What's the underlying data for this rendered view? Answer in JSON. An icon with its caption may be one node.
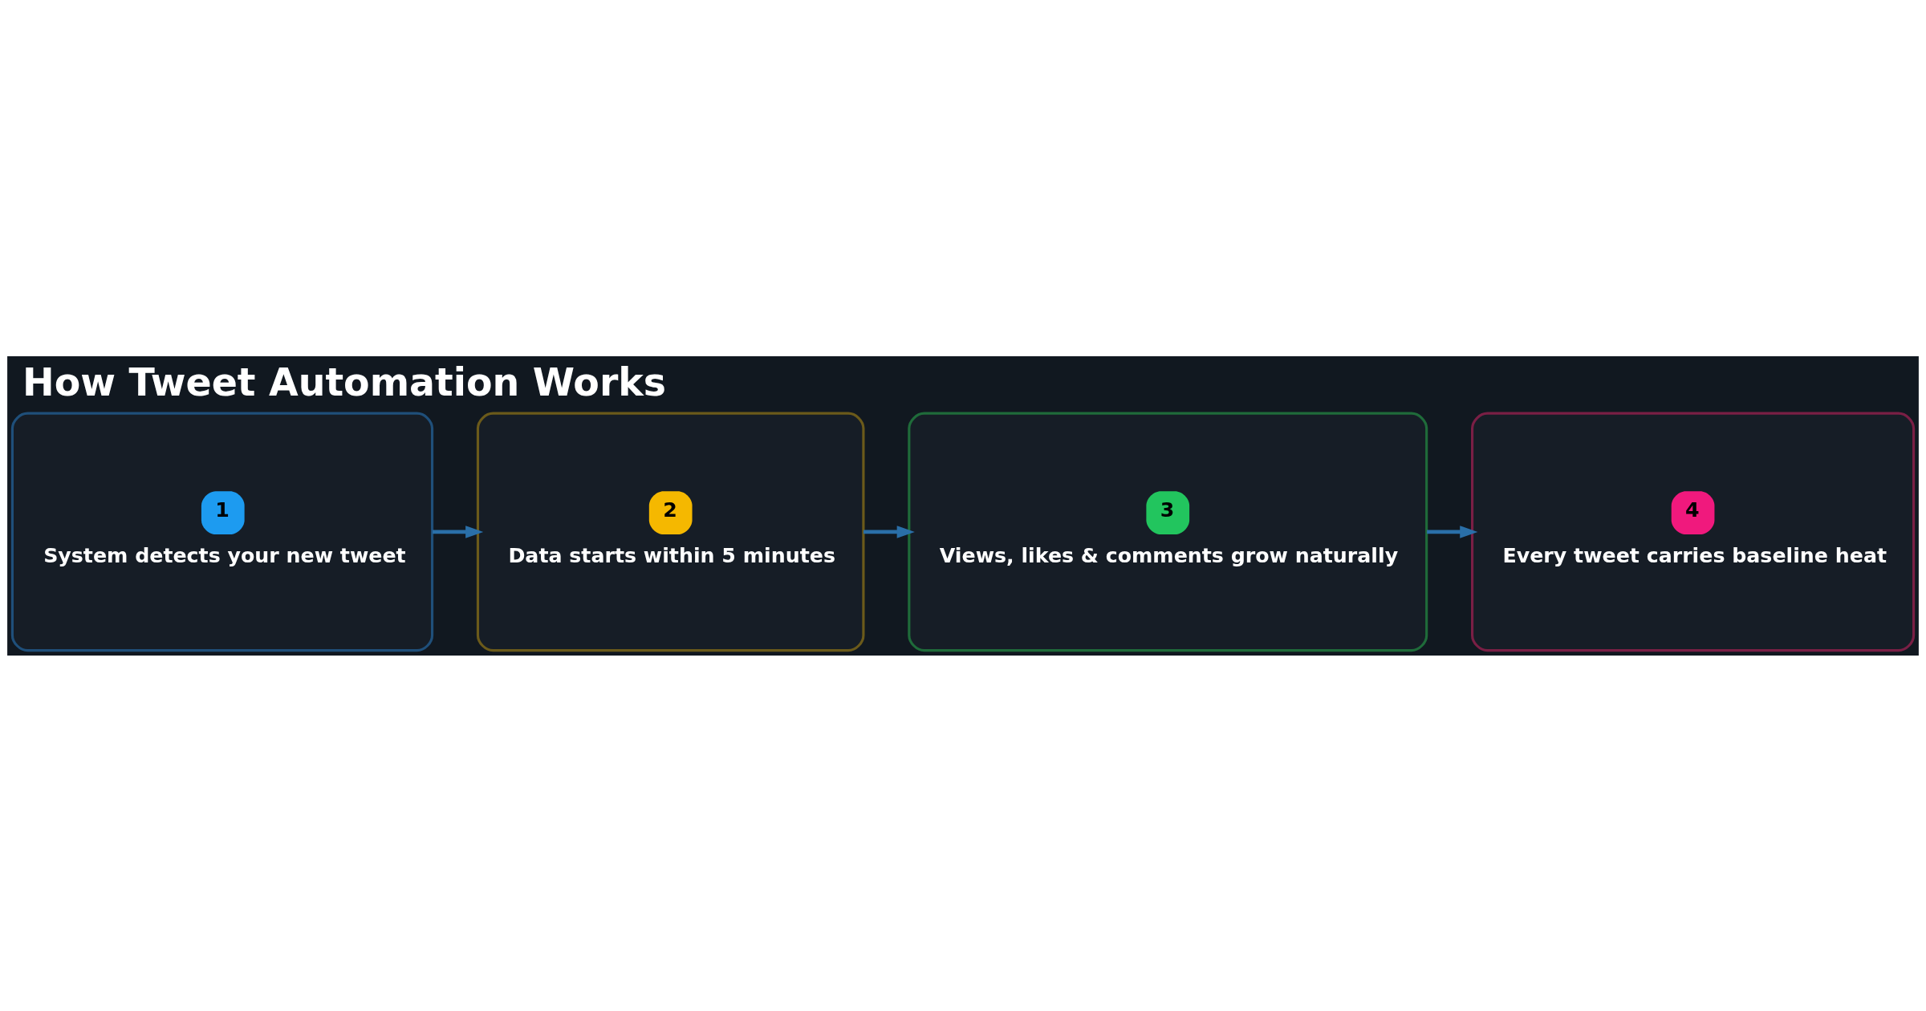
{
  "diagram": {
    "title": "How Tweet Automation Works",
    "nodes": [
      {
        "text": [
          "1",
          "System detects your new tweet"
        ]
      },
      {
        "text": [
          "2",
          "Data starts within 5 minutes"
        ]
      },
      {
        "text": [
          "3",
          "Views, likes & comments grow naturally"
        ]
      },
      {
        "text": [
          "4",
          "Every tweet carries baseline heat"
        ]
      }
    ],
    "edges": [
      {
        "from": 0,
        "to": 1,
        "arrow": "to"
      },
      {
        "from": 1,
        "to": 2,
        "arrow": "to"
      },
      {
        "from": 2,
        "to": 3,
        "arrow": "to"
      }
    ]
  }
}
